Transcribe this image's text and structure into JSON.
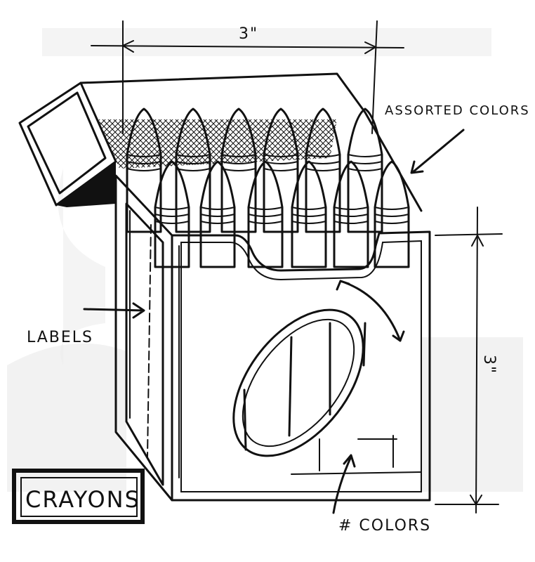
{
  "annotations": {
    "width_dimension": "3\"",
    "height_dimension": "3\"",
    "assorted_colors": "ASSORTED COLORS",
    "labels": "LABELS",
    "num_colors": "# COLORS"
  },
  "title_stamp": "CRAYONS",
  "colors": {
    "ink": "#111111",
    "background_texture": "#e6e6e6"
  }
}
